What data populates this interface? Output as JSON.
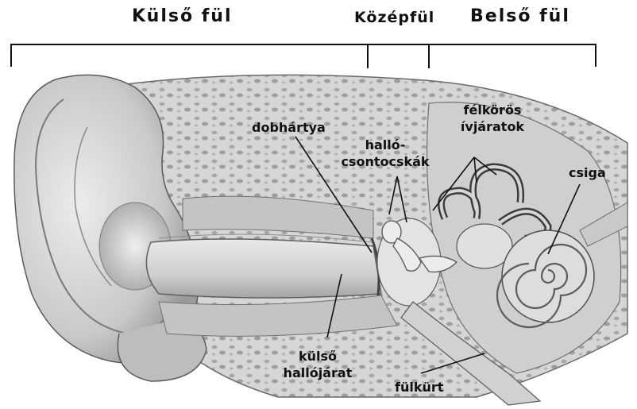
{
  "headers": {
    "outer_ear": "Külső fül",
    "middle_ear": "Középfül",
    "inner_ear": "Belső fül"
  },
  "labels": {
    "eardrum": "dobhártya",
    "ossicles_line1": "halló-",
    "ossicles_line2": "csontocskák",
    "semicircular_line1": "félkörös",
    "semicircular_line2": "ívjáratok",
    "cochlea": "csiga",
    "ear_canal_line1": "külső",
    "ear_canal_line2": "hallójárat",
    "eustachian_tube": "fülkürt"
  },
  "colors": {
    "background": "#ffffff",
    "text": "#111111",
    "tissue_light": "#d9d9d9",
    "tissue_mid": "#b3b3b3",
    "bone": "#c8c8c8",
    "outline": "#5a5a5a"
  }
}
